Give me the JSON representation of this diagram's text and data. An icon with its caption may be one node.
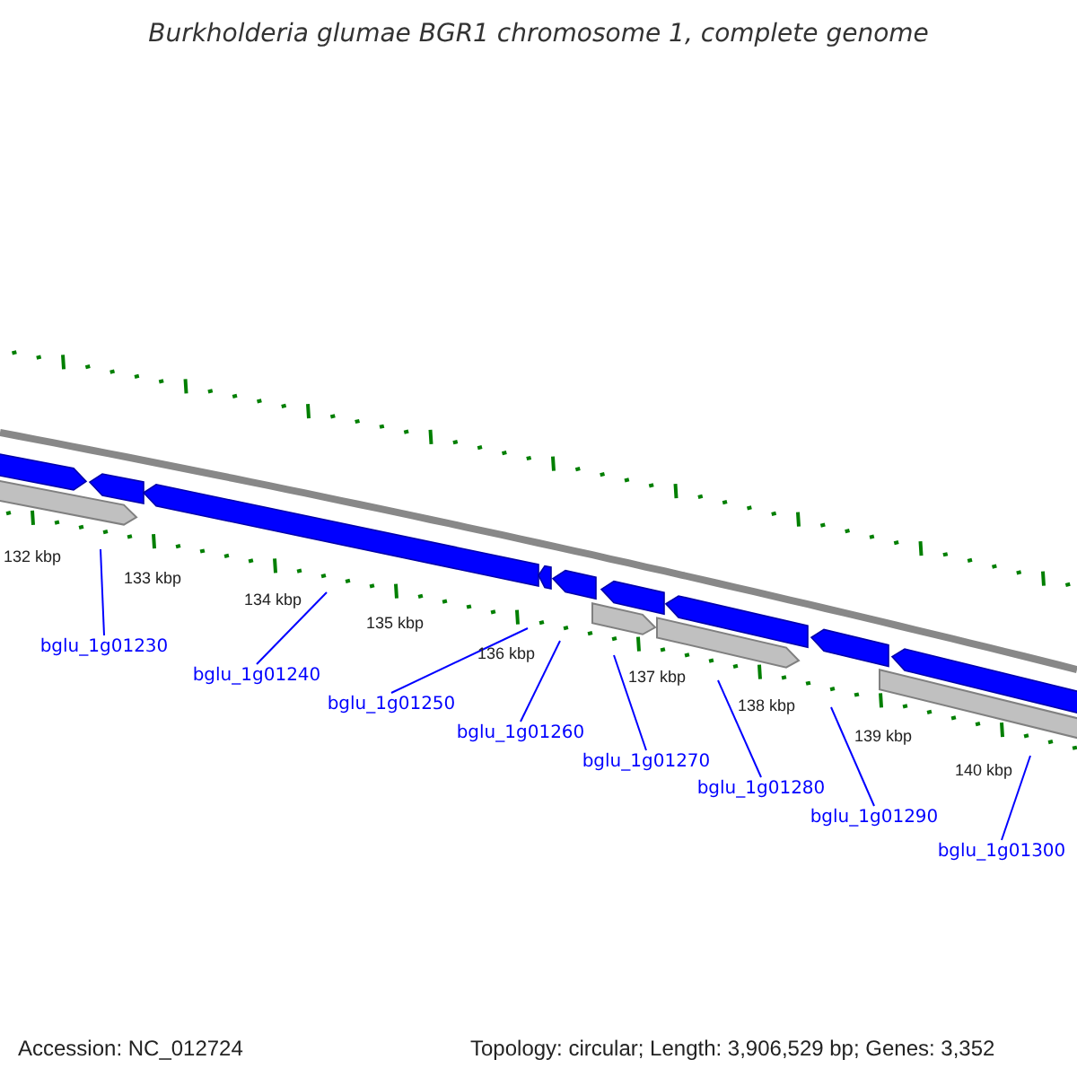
{
  "diagram": {
    "title": "Burkholderia glumae BGR1 chromosome 1, complete genome",
    "nodes": [
      {
        "text": [
          "bglu_1g01230"
        ]
      },
      {
        "text": [
          "bglu_1g01240"
        ]
      },
      {
        "text": [
          "bglu_1g01250"
        ]
      },
      {
        "text": [
          "bglu_1g01260"
        ]
      },
      {
        "text": [
          "bglu_1g01270"
        ]
      },
      {
        "text": [
          "bglu_1g01280"
        ]
      },
      {
        "text": [
          "bglu_1g01290"
        ]
      },
      {
        "text": [
          "bglu_1g01300"
        ]
      }
    ],
    "edges": [
      {
        "from": 0,
        "to": null,
        "arrow": "none"
      },
      {
        "from": 1,
        "to": null,
        "arrow": "none"
      },
      {
        "from": 2,
        "to": null,
        "arrow": "none"
      },
      {
        "from": 3,
        "to": null,
        "arrow": "none"
      },
      {
        "from": 4,
        "to": null,
        "arrow": "none"
      },
      {
        "from": 5,
        "to": null,
        "arrow": "none"
      },
      {
        "from": 6,
        "to": null,
        "arrow": "none"
      },
      {
        "from": 7,
        "to": null,
        "arrow": "none"
      }
    ],
    "labels": [
      "132 kbp",
      "133 kbp",
      "134 kbp",
      "135 kbp",
      "136 kbp",
      "137 kbp",
      "138 kbp",
      "139 kbp",
      "140 kbp",
      "Accession: NC_012724",
      "Topology: circular; Length: 3,906,529 bp; Genes: 3,352"
    ]
  }
}
